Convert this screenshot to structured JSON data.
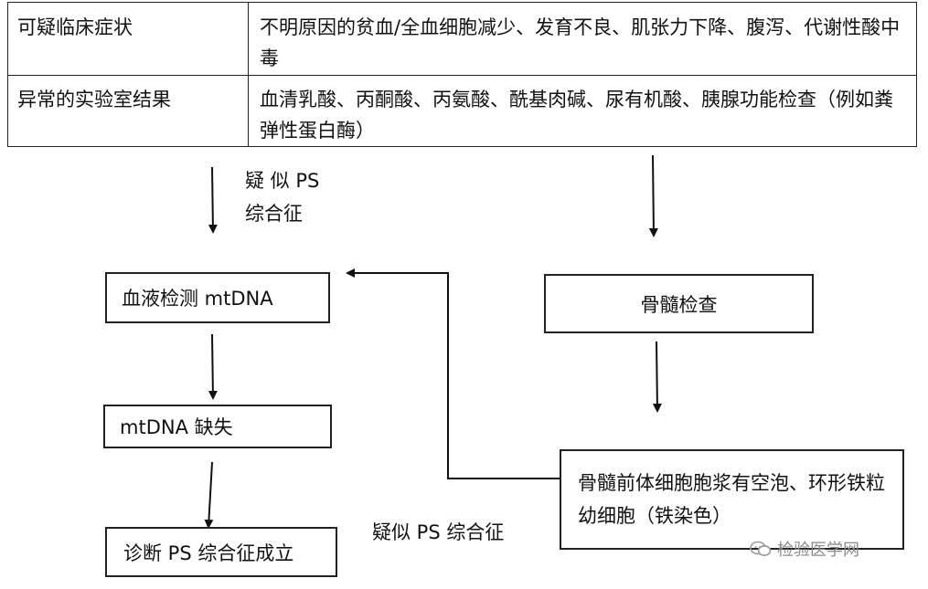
{
  "table": {
    "rows": [
      {
        "label": "可疑临床症状",
        "value": "不明原因的贫血/全血细胞减少、发育不良、肌张力下降、腹泻、代谢性酸中毒"
      },
      {
        "label": "异常的实验室结果",
        "value": "血清乳酸、丙酮酸、丙氨酸、酰基肉碱、尿有机酸、胰腺功能检查（例如粪弹性蛋白酶）"
      }
    ]
  },
  "notes": {
    "suspect_left_line1": "疑 似  PS",
    "suspect_left_line2": "综合征",
    "suspect_bottom": "疑似 PS 综合征"
  },
  "boxes": {
    "blood_test": "血液检测 mtDNA",
    "bone_marrow_exam": "骨髓检查",
    "mtdna_deletion": "mtDNA 缺失",
    "diagnosis": "诊断 PS 综合征成立",
    "marrow_findings": "骨髓前体细胞胞浆有空泡、环形铁粒幼细胞（铁染色）"
  },
  "watermark": {
    "text": "检验医学网",
    "icon": "wechat-icon"
  }
}
